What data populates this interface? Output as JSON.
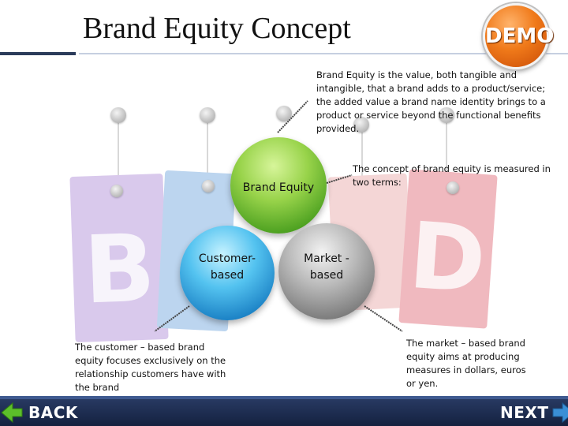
{
  "slide": {
    "title": "Brand Equity Concept",
    "demo_badge": "DEMO",
    "background_letters": [
      "B",
      "D"
    ]
  },
  "spheres": {
    "brand_equity": "Brand Equity",
    "customer_based": [
      "Customer-",
      "based"
    ],
    "market_based": [
      "Market -",
      "based"
    ]
  },
  "notes": {
    "definition": "Brand Equity is the value, both tangible and intangible, that a brand adds to a product/service; the added value a brand name identity brings to a product or service beyond the functional benefits provided.",
    "measured": "The concept of brand equity is measured in two terms:",
    "customer_based": "The customer – based brand equity focuses exclusively on the relationship customers have with the brand",
    "market_based": "The market – based brand equity aims at producing measures in dollars, euros or yen."
  },
  "nav": {
    "back_label": "BACK",
    "next_label": "NEXT"
  },
  "colors": {
    "nav_bar": "#1b2b4f",
    "back_arrow": "#5cbf2a",
    "next_arrow": "#3a8fd6",
    "demo_badge": "#f07a1a"
  }
}
